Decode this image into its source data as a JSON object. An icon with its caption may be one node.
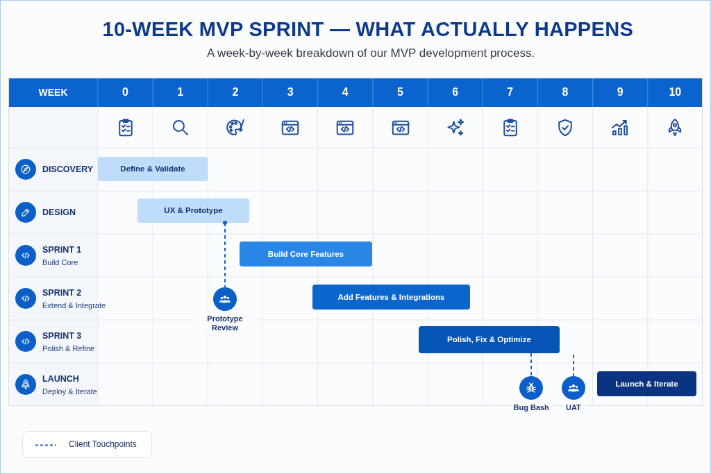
{
  "diagram": {
    "title": "10-WEEK MVP SPRINT — WHAT ACTUALLY HAPPENS",
    "nodes": [
      {
        "text": [
          "Define & Validate"
        ]
      },
      {
        "text": [
          "UX & Prototype"
        ]
      },
      {
        "text": [
          "Build Core Features"
        ]
      },
      {
        "text": [
          "Add Features & Integrations"
        ]
      },
      {
        "text": [],
        "shape": "circle",
        "beside": [
          "Prototype Review"
        ]
      },
      {
        "text": [
          "Polish, Fix & Optimize"
        ]
      },
      {
        "text": [
          "Launch & Iterate"
        ]
      },
      {
        "text": [],
        "shape": "circle",
        "beside": [
          "Bug Bash"
        ]
      },
      {
        "text": [],
        "shape": "circle",
        "beside": [
          "UAT"
        ]
      }
    ],
    "edges": [
      {
        "from": 1,
        "to": 4,
        "arrow": "other",
        "style": "dashed"
      },
      {
        "from": 5,
        "to": 7,
        "arrow": "none",
        "style": "dashed"
      },
      {
        "from": null,
        "to": 8,
        "arrow": "none",
        "style": "dashed"
      }
    ],
    "labels": [
      "A week-by-week breakdown of our MVP development process.",
      "WEEK",
      "0",
      "1",
      "2",
      "3",
      "4",
      "5",
      "6",
      "7",
      "8",
      "9",
      "10",
      "DISCOVERY",
      "DESIGN",
      "SPRINT 1",
      "Build Core",
      "SPRINT 2",
      "Extend & Integrate",
      "SPRINT 3",
      "Polish & Refine",
      "LAUNCH",
      "Deploy & Iterate"
    ],
    "legend": [
      {
        "text": "Client Touchpoints"
      }
    ]
  }
}
